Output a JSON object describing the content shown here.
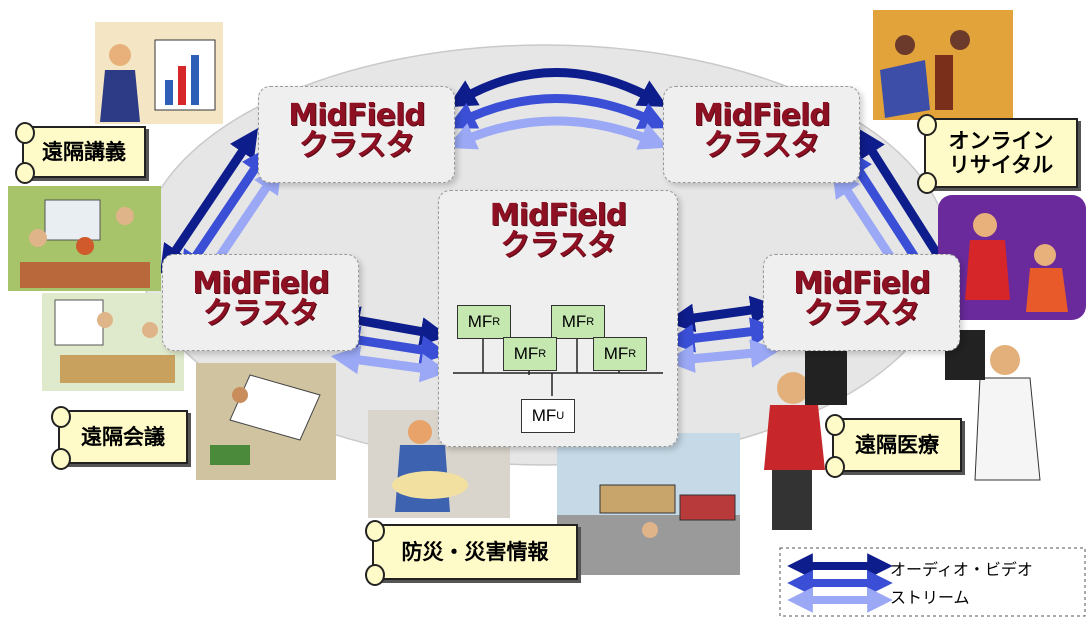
{
  "clusters": {
    "top_left": {
      "line1": "MidField",
      "line2": "クラスタ"
    },
    "top_right": {
      "line1": "MidField",
      "line2": "クラスタ"
    },
    "mid_left": {
      "line1": "MidField",
      "line2": "クラスタ"
    },
    "center": {
      "line1": "MidField",
      "line2": "クラスタ"
    },
    "mid_right": {
      "line1": "MidField",
      "line2": "クラスタ"
    }
  },
  "nodes": {
    "r1": {
      "base": "MF",
      "sub": "R"
    },
    "r2": {
      "base": "MF",
      "sub": "R"
    },
    "r3": {
      "base": "MF",
      "sub": "R"
    },
    "r4": {
      "base": "MF",
      "sub": "R"
    },
    "u": {
      "base": "MF",
      "sub": "U"
    }
  },
  "labels": {
    "remote_lecture": "遠隔講義",
    "online_recital_1": "オンライン",
    "online_recital_2": "リサイタル",
    "remote_meeting": "遠隔会議",
    "remote_medical": "遠隔医療",
    "disaster_info": "防災・災害情報"
  },
  "legend": {
    "line1": "オーディオ・ビデオ",
    "line2": "ストリーム"
  },
  "colors": {
    "stream_dark": "#0e1d8c",
    "stream_mid": "#3a4fd6",
    "stream_light": "#9aa8f5",
    "cluster_text": "#8e1023",
    "node_green": "#c4e8b0",
    "scroll_fill": "#fffbc8"
  }
}
